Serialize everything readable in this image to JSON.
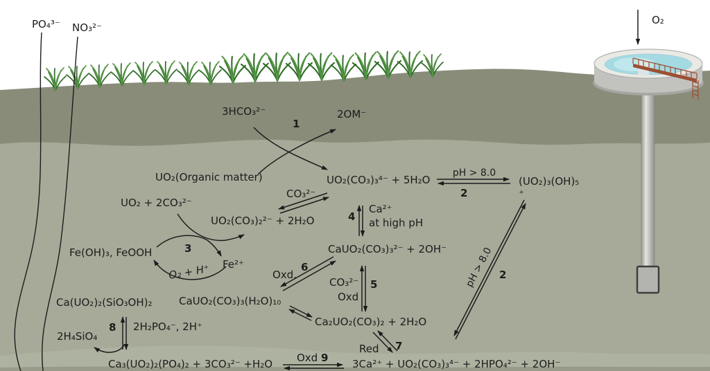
{
  "scene": {
    "surface_inputs": {
      "phosphate": "PO₄³⁻",
      "nitrate": "NO₃²⁻"
    },
    "well": {
      "oxygen_label": "O₂"
    }
  },
  "reactions": {
    "r1": {
      "number": "1",
      "left": "3HCO₃²⁻",
      "right": "2OM⁻"
    },
    "r2_horizontal": {
      "number": "2",
      "condition": "pH > 8.0"
    },
    "r2_diagonal": {
      "number": "2",
      "condition": "pH > 8.0"
    },
    "r3": {
      "number": "3",
      "iron_oxidized": "Fe(OH)₃, FeOOH",
      "oxidant": "O₂ + H⁺",
      "iron_reduced": "Fe²⁺"
    },
    "r4": {
      "number": "4",
      "condition_line1": "Ca²⁺",
      "condition_line2": "at high pH"
    },
    "r5": {
      "number": "5",
      "up_label": "CO₃²⁻",
      "down_label": "Oxd"
    },
    "r6": {
      "number": "6",
      "label": "Oxd."
    },
    "r7": {
      "number": "7",
      "label": "Red"
    },
    "r8": {
      "number": "8",
      "left_label": "2H₄SiO₄",
      "right_label": "2H₂PO₄⁻, 2H⁺"
    },
    "r9": {
      "number": "9",
      "label": "Oxd"
    }
  },
  "species": {
    "uranyl_organic": "UO₂(Organic matter)",
    "uranyl_tricarbonate": "UO₂(CO₃)₃⁴⁻ + 5H₂O",
    "uranyl_hydroxide": "(UO₂)₃(OH)₅\n⁺",
    "uranyl_plus_carbonate": "UO₂ + 2CO₃²⁻",
    "carbonate": "CO₃²⁻",
    "uranyl_dicarbonate": "UO₂(CO₃)₂²⁻ + 2H₂O",
    "calcium_uranyl_tricarbonate": "CaUO₂(CO₃)₃²⁻ + 2OH⁻",
    "calcium_uranyl_hydrate": "CaUO₂(CO₃)₃(H₂O)₁₀",
    "dicalcium_uranyl_carbonate": "Ca₂UO₂(CO₃)₂ + 2H₂O",
    "uranophane": "Ca(UO₂)₂(SiO₃OH)₂",
    "phosphate_eq_left": "Ca₃(UO₂)₂(PO₄)₂ + 3CO₃²⁻ +H₂O",
    "phosphate_eq_right": "3Ca²⁺ + UO₂(CO₃)₃⁴⁻ + 2HPO₄²⁻ + 2OH⁻"
  },
  "colors": {
    "topsoil": "#898c79",
    "subsoil": "#a7aa99",
    "grass": "#3c7c31",
    "water": "#a4dae2",
    "walkway": "#9c4f33",
    "arrow": "#1c1c1c"
  }
}
